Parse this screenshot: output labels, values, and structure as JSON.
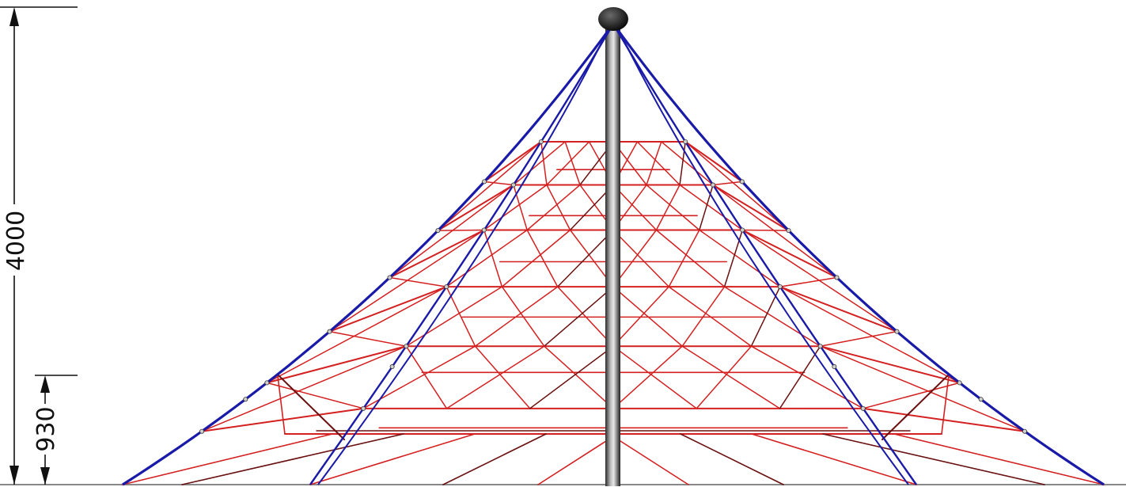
{
  "dimensions": {
    "total_height": "4000",
    "lower_height": "930"
  },
  "colors": {
    "main_ropes": "#1a1aa8",
    "net_ropes": "#d42020",
    "net_ropes_dark": "#6a1010",
    "mast": "#555555",
    "ground": "#888888",
    "dimension": "#111111"
  },
  "components": [
    "mast",
    "mast-top-cap",
    "main-ropes",
    "climbing-net",
    "rope-nodes",
    "ground-line"
  ]
}
